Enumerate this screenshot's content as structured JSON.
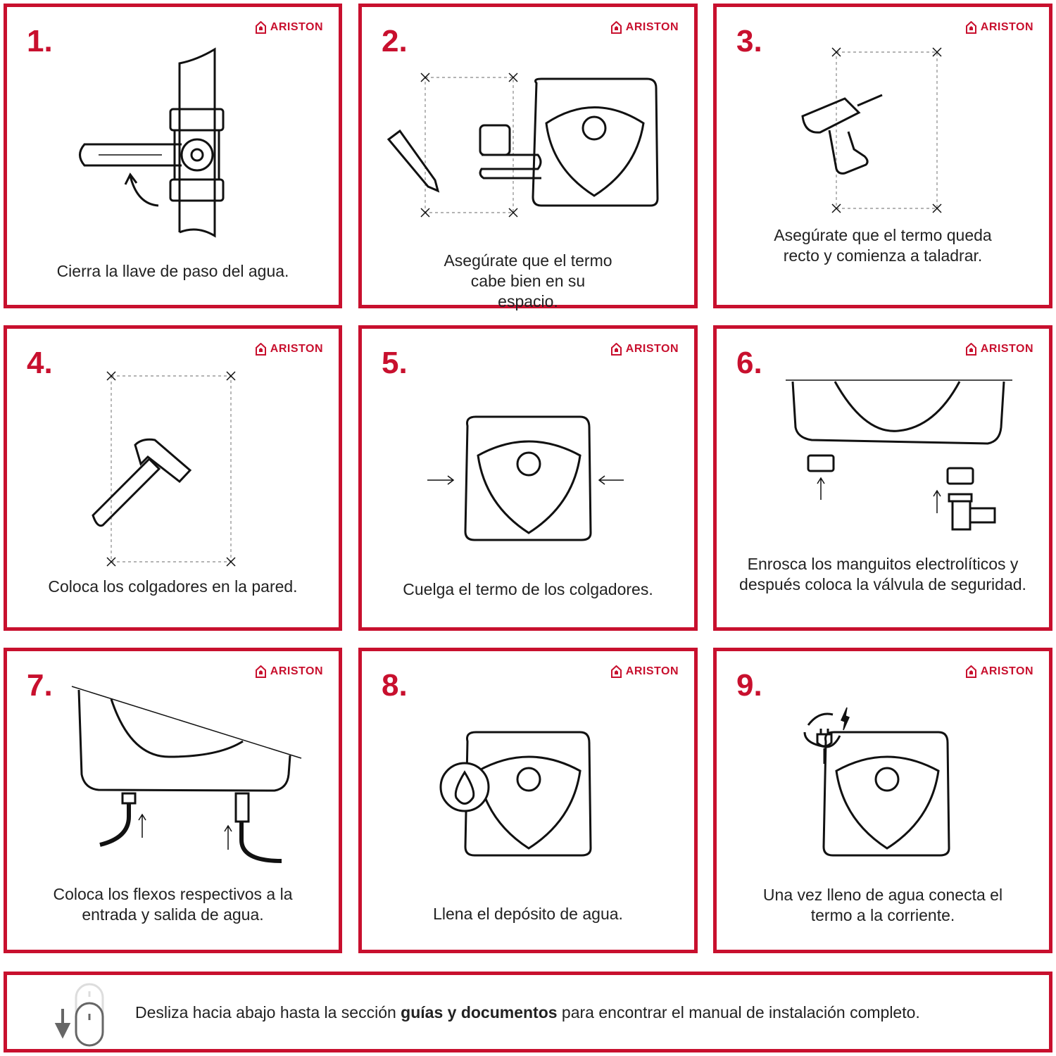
{
  "brand": {
    "name": "ARISTON",
    "color": "#c8102e"
  },
  "steps": [
    {
      "number": "1.",
      "caption": "Cierra la llave de paso del agua."
    },
    {
      "number": "2.",
      "caption": "Asegúrate que el termo cabe bien en su espacio."
    },
    {
      "number": "3.",
      "caption": "Asegúrate que el termo queda recto y comienza a taladrar."
    },
    {
      "number": "4.",
      "caption": "Coloca los colgadores en la pared."
    },
    {
      "number": "5.",
      "caption": "Cuelga el termo de los colgadores."
    },
    {
      "number": "6.",
      "caption": "Enrosca los manguitos electrolíticos y después coloca la válvula de seguridad."
    },
    {
      "number": "7.",
      "caption": "Coloca los flexos respectivos a la entrada y salida de agua."
    },
    {
      "number": "8.",
      "caption": "Llena el depósito de agua."
    },
    {
      "number": "9.",
      "caption": "Una vez lleno de agua conecta el termo a la corriente."
    }
  ],
  "footer": {
    "text_before": "Desliza hacia abajo hasta la sección ",
    "text_bold": "guías y documentos",
    "text_after": " para encontrar el manual de instalación completo.",
    "icon": "scroll-down-mouse-icon"
  }
}
